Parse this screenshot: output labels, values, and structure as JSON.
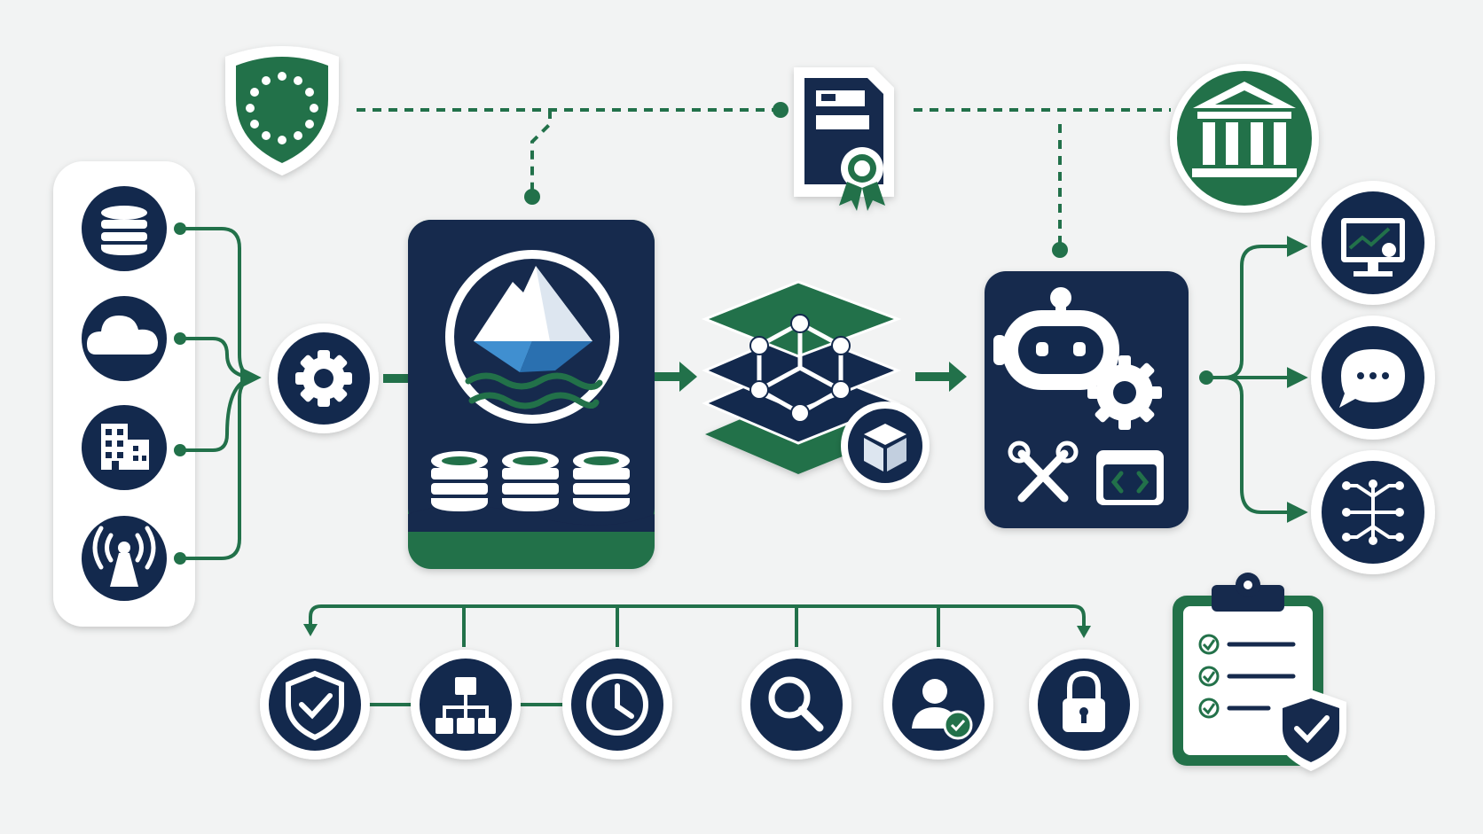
{
  "colors": {
    "navy": "#13294d",
    "green": "#22714a",
    "white": "#ffffff",
    "background": "#f2f3f3",
    "ice_blue": "#3f8fd0"
  },
  "diagram": {
    "governance_row": [
      {
        "icon": "eu-shield-icon",
        "name": "eu-compliance-shield"
      },
      {
        "icon": "certificate-icon",
        "name": "certified-document"
      },
      {
        "icon": "bank-icon",
        "name": "regulatory-institution"
      }
    ],
    "sources": [
      {
        "icon": "database-icon"
      },
      {
        "icon": "cloud-icon"
      },
      {
        "icon": "building-icon"
      },
      {
        "icon": "antenna-icon"
      }
    ],
    "pipeline": [
      {
        "icon": "gear-icon",
        "name": "ingestion-processing"
      },
      {
        "icon": "iceberg-icon",
        "name": "data-lake"
      },
      {
        "icon": "layered-graph-icon",
        "name": "semantic-layer"
      },
      {
        "icon": "robot-icon",
        "name": "ai-platform"
      }
    ],
    "outputs": [
      {
        "icon": "dashboard-monitor-icon"
      },
      {
        "icon": "chat-bubble-icon"
      },
      {
        "icon": "neural-circuit-icon"
      }
    ],
    "controls": [
      {
        "icon": "shield-check-icon"
      },
      {
        "icon": "hierarchy-icon"
      },
      {
        "icon": "clock-icon"
      },
      {
        "icon": "magnifier-icon"
      },
      {
        "icon": "user-verified-icon"
      },
      {
        "icon": "padlock-icon"
      }
    ],
    "audit": {
      "icon": "compliance-checklist-icon"
    }
  }
}
